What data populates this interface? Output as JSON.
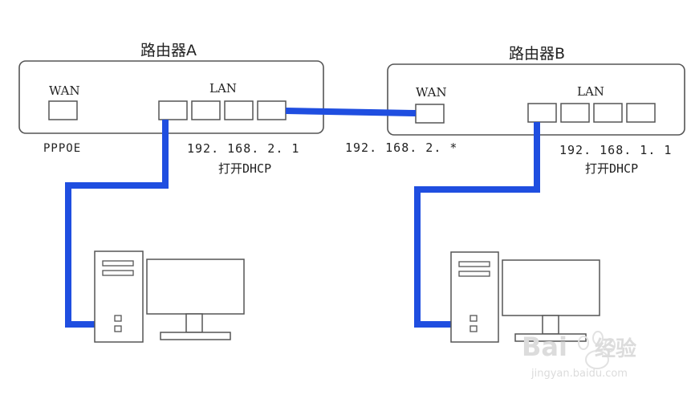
{
  "routers": {
    "a": {
      "title": "路由器A",
      "wan_label": "WAN",
      "lan_label": "LAN",
      "wan_note": "PPPOE",
      "ip": "192. 168. 2. 1",
      "dhcp": "打开DHCP"
    },
    "b": {
      "title": "路由器B",
      "wan_label": "WAN",
      "lan_label": "LAN",
      "wan_ip": "192. 168. 2. *",
      "ip": "192. 168. 1. 1",
      "dhcp": "打开DHCP"
    }
  },
  "watermark": {
    "brand": "Bai",
    "brand_tail": "经验",
    "url": "jingyan.baidu.com"
  },
  "colors": {
    "cable": "#1f4ee0",
    "outline": "#555555",
    "text": "#222222"
  }
}
